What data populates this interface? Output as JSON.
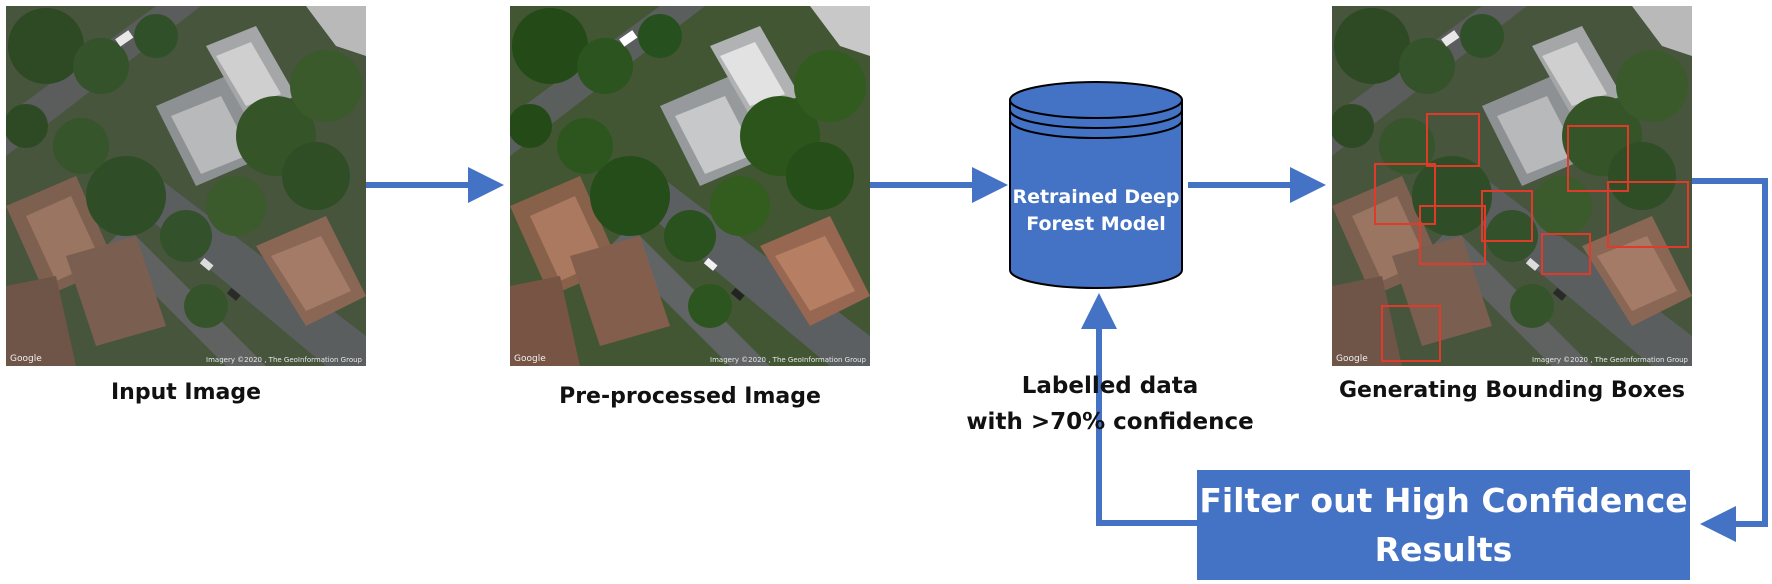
{
  "panels": [
    {
      "caption": "Input Image",
      "watermark_left": "Google",
      "watermark_right": "Imagery ©2020 , The GeoInformation Group"
    },
    {
      "caption": "Pre-processed Image",
      "watermark_left": "Google",
      "watermark_right": "Imagery ©2020 , The GeoInformation Group"
    },
    {
      "caption": "Generating Bounding Boxes",
      "watermark_left": "Google",
      "watermark_right": "Imagery ©2020 , The GeoInformation Group"
    }
  ],
  "model": {
    "line1": "Retrained Deep",
    "line2": "Forest Model"
  },
  "labelled": {
    "line1": "Labelled data",
    "line2": "with >70% confidence"
  },
  "filter": {
    "line1": "Filter out High Confidence",
    "line2": "Results"
  },
  "colors": {
    "accent": "#4472c4",
    "bbox": "#e03a2a"
  }
}
